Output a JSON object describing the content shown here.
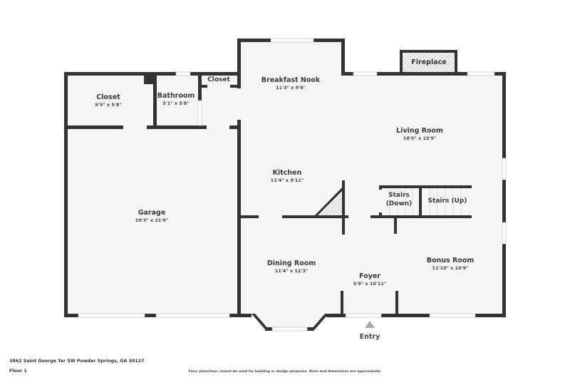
{
  "plan": {
    "rooms": {
      "closet_left": {
        "name": "Closet",
        "dim": "9'5\" x 5'8\""
      },
      "bathroom": {
        "name": "Bathroom",
        "dim": "5'1\" x 5'8\""
      },
      "closet_small": {
        "name": "Closet"
      },
      "breakfast_nook": {
        "name": "Breakfast Nook",
        "dim": "11'3\" x 9'6\""
      },
      "fireplace": {
        "name": "Fireplace"
      },
      "living_room": {
        "name": "Living Room",
        "dim": "18'0\" x 15'9\""
      },
      "kitchen": {
        "name": "Kitchen",
        "dim": "11'4\" x 9'11\""
      },
      "garage": {
        "name": "Garage",
        "dim": "19'3\" x 21'0\""
      },
      "stairs_down": {
        "name": "Stairs (Down)"
      },
      "stairs_up": {
        "name": "Stairs (Up)"
      },
      "dining_room": {
        "name": "Dining Room",
        "dim": "11'4\" x 12'3\""
      },
      "foyer": {
        "name": "Foyer",
        "dim": "5'9\" x 10'11\""
      },
      "bonus_room": {
        "name": "Bonus Room",
        "dim": "11'10\" x 10'9\""
      }
    },
    "entry": {
      "label": "Entry",
      "icon": "triangle-up-icon"
    },
    "colors": {
      "wall": "#333333",
      "floor": "#f5f5f5",
      "entry_marker": "#aaaaaa"
    }
  },
  "footer": {
    "address": "3862 Saint George Ter SW Powder Springs, GA 30127",
    "floor": "Floor 1",
    "disclaimer": "Floor plans/tour cannot be used for building or design purposes. Sizes and dimensions are approximate."
  }
}
